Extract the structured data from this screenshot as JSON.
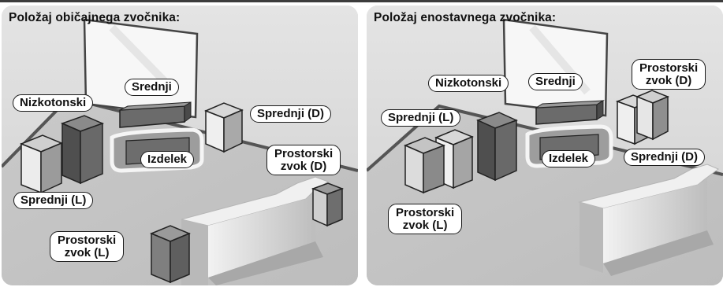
{
  "panels": [
    {
      "title": "Položaj običajnega zvočnika:",
      "labels": {
        "center": "Srednji",
        "subwoofer": "Nizkotonski",
        "front_right": "Sprednji (D)",
        "product": "Izdelek",
        "surround_right": "Prostorski\nzvok (D)",
        "front_left": "Sprednji (L)",
        "surround_left": "Prostorski\nzvok (L)"
      }
    },
    {
      "title": "Položaj enostavnega zvočnika:",
      "labels": {
        "subwoofer": "Nizkotonski",
        "center": "Srednji",
        "surround_right": "Prostorski\nzvok (D)",
        "front_left": "Sprednji (L)",
        "product": "Izdelek",
        "front_right": "Sprednji (D)",
        "surround_left": "Prostorski\nzvok (L)"
      }
    }
  ]
}
